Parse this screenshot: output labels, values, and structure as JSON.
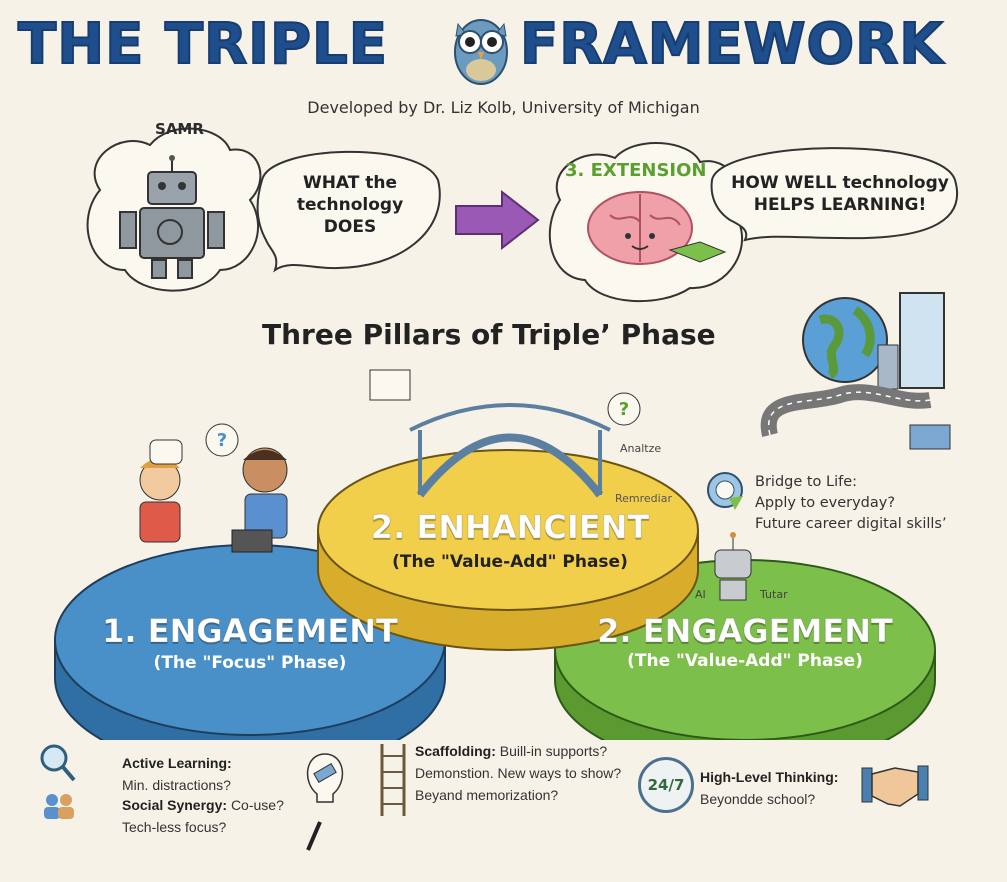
{
  "header": {
    "title_left": "THE TRIPLE",
    "title_right": "FRAMEWORK",
    "subtitle": "Developed by Dr. Liz Kolb, University of Michigan"
  },
  "top": {
    "samr_label": "SAMR",
    "samr_bubble": [
      "WHAT the",
      "technology",
      "DOES"
    ],
    "extension_label": "3. EXTENSION",
    "extension_bubble": [
      "HOW WELL technology",
      "HELPS LEARNING!"
    ]
  },
  "pillars_heading": "Three Pillars of Triple’ Phase",
  "pillars": [
    {
      "title": "1. ENGAGEMENT",
      "subtitle": "(The \"Focus\" Phase)",
      "color": "#4a90c8"
    },
    {
      "title": "2. ENHANCIENT",
      "subtitle": "(The \"Value-Add\" Phase)",
      "color": "#f2cf4a"
    },
    {
      "title": "2. ENGAGEMENT",
      "subtitle": "(The \"Value-Add\" Phase)",
      "color": "#7cbf4a"
    }
  ],
  "bridge_labels": {
    "analyze": "Analtze",
    "remediate": "Remrediar"
  },
  "ai_tutor": {
    "left": "AI",
    "right": "Tutar"
  },
  "bridge_to_life": {
    "title": "Bridge to Life:",
    "lines": [
      "Apply to everyday?",
      "Future career digital skills’"
    ]
  },
  "notes": {
    "active_learning": {
      "title": "Active Learning:",
      "text": "Min. distractions?"
    },
    "social_synergy": {
      "title": "Social Synergy:",
      "text": "Co-use?",
      "text2": "Tech-less focus?"
    },
    "scaffolding": {
      "title": "Scaffolding:",
      "text": "Buill-in supports?",
      "line2": "Demonstion. New ways to show?",
      "line3": "Beyand memorization?"
    },
    "high_level": {
      "title": "High-Level Thinking:",
      "text": "Beyondde school?",
      "clock": "24/7"
    }
  }
}
